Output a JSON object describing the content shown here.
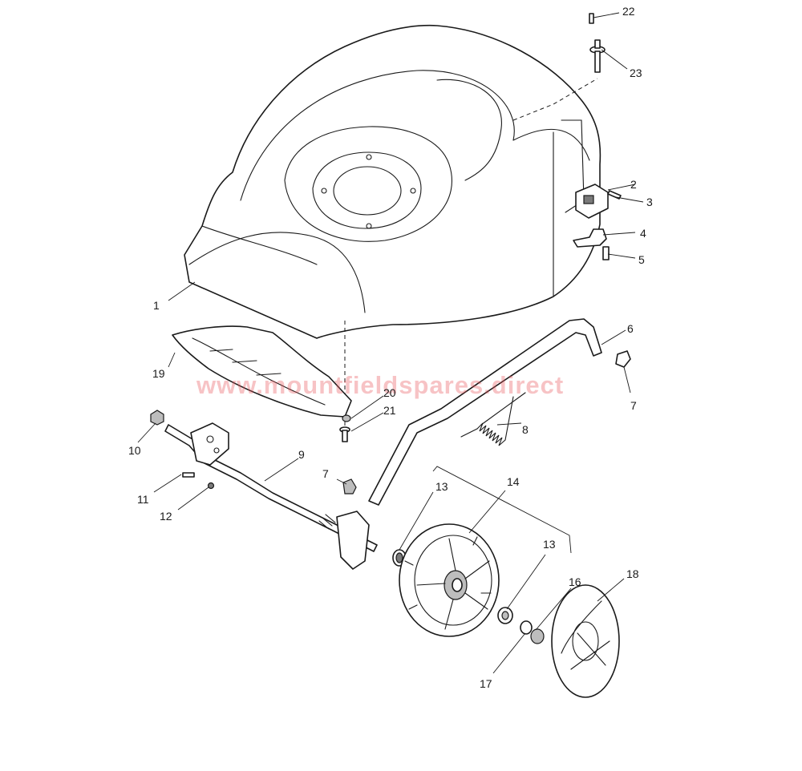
{
  "watermark": "www.mountfieldspares.direct",
  "callouts": [
    "1",
    "2",
    "3",
    "4",
    "5",
    "6",
    "7",
    "7",
    "8",
    "9",
    "10",
    "11",
    "12",
    "13",
    "13",
    "14",
    "16",
    "17",
    "18",
    "19",
    "20",
    "21",
    "22",
    "23"
  ]
}
